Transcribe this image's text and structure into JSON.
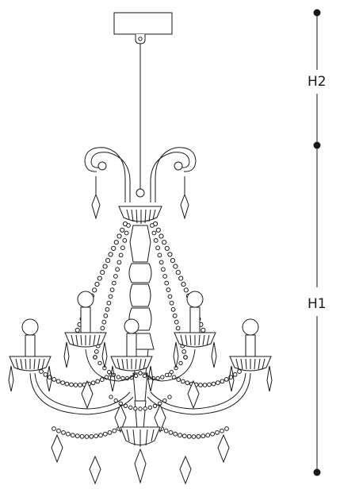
{
  "dimensions": {
    "upper_label": "H2",
    "lower_label": "H1"
  },
  "drawing": {
    "subject": "chandelier-line-drawing",
    "colors": {
      "line": "#1a1a1a",
      "background": "#ffffff"
    }
  }
}
